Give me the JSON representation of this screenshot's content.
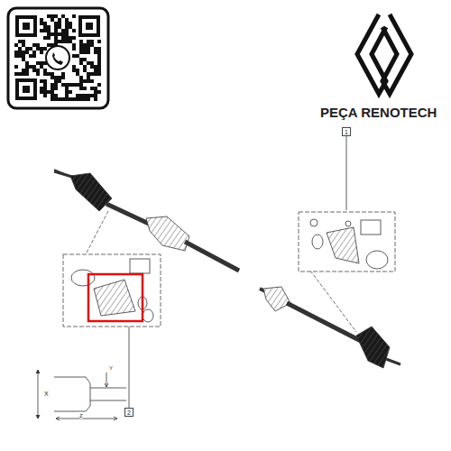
{
  "diagram": {
    "nodes": [
      {
        "text": [
          "1"
        ]
      },
      {
        "text": [
          "2"
        ]
      }
    ],
    "labels": [
      "PEÇA RENOTECH",
      "X",
      "Y",
      "Z"
    ]
  }
}
